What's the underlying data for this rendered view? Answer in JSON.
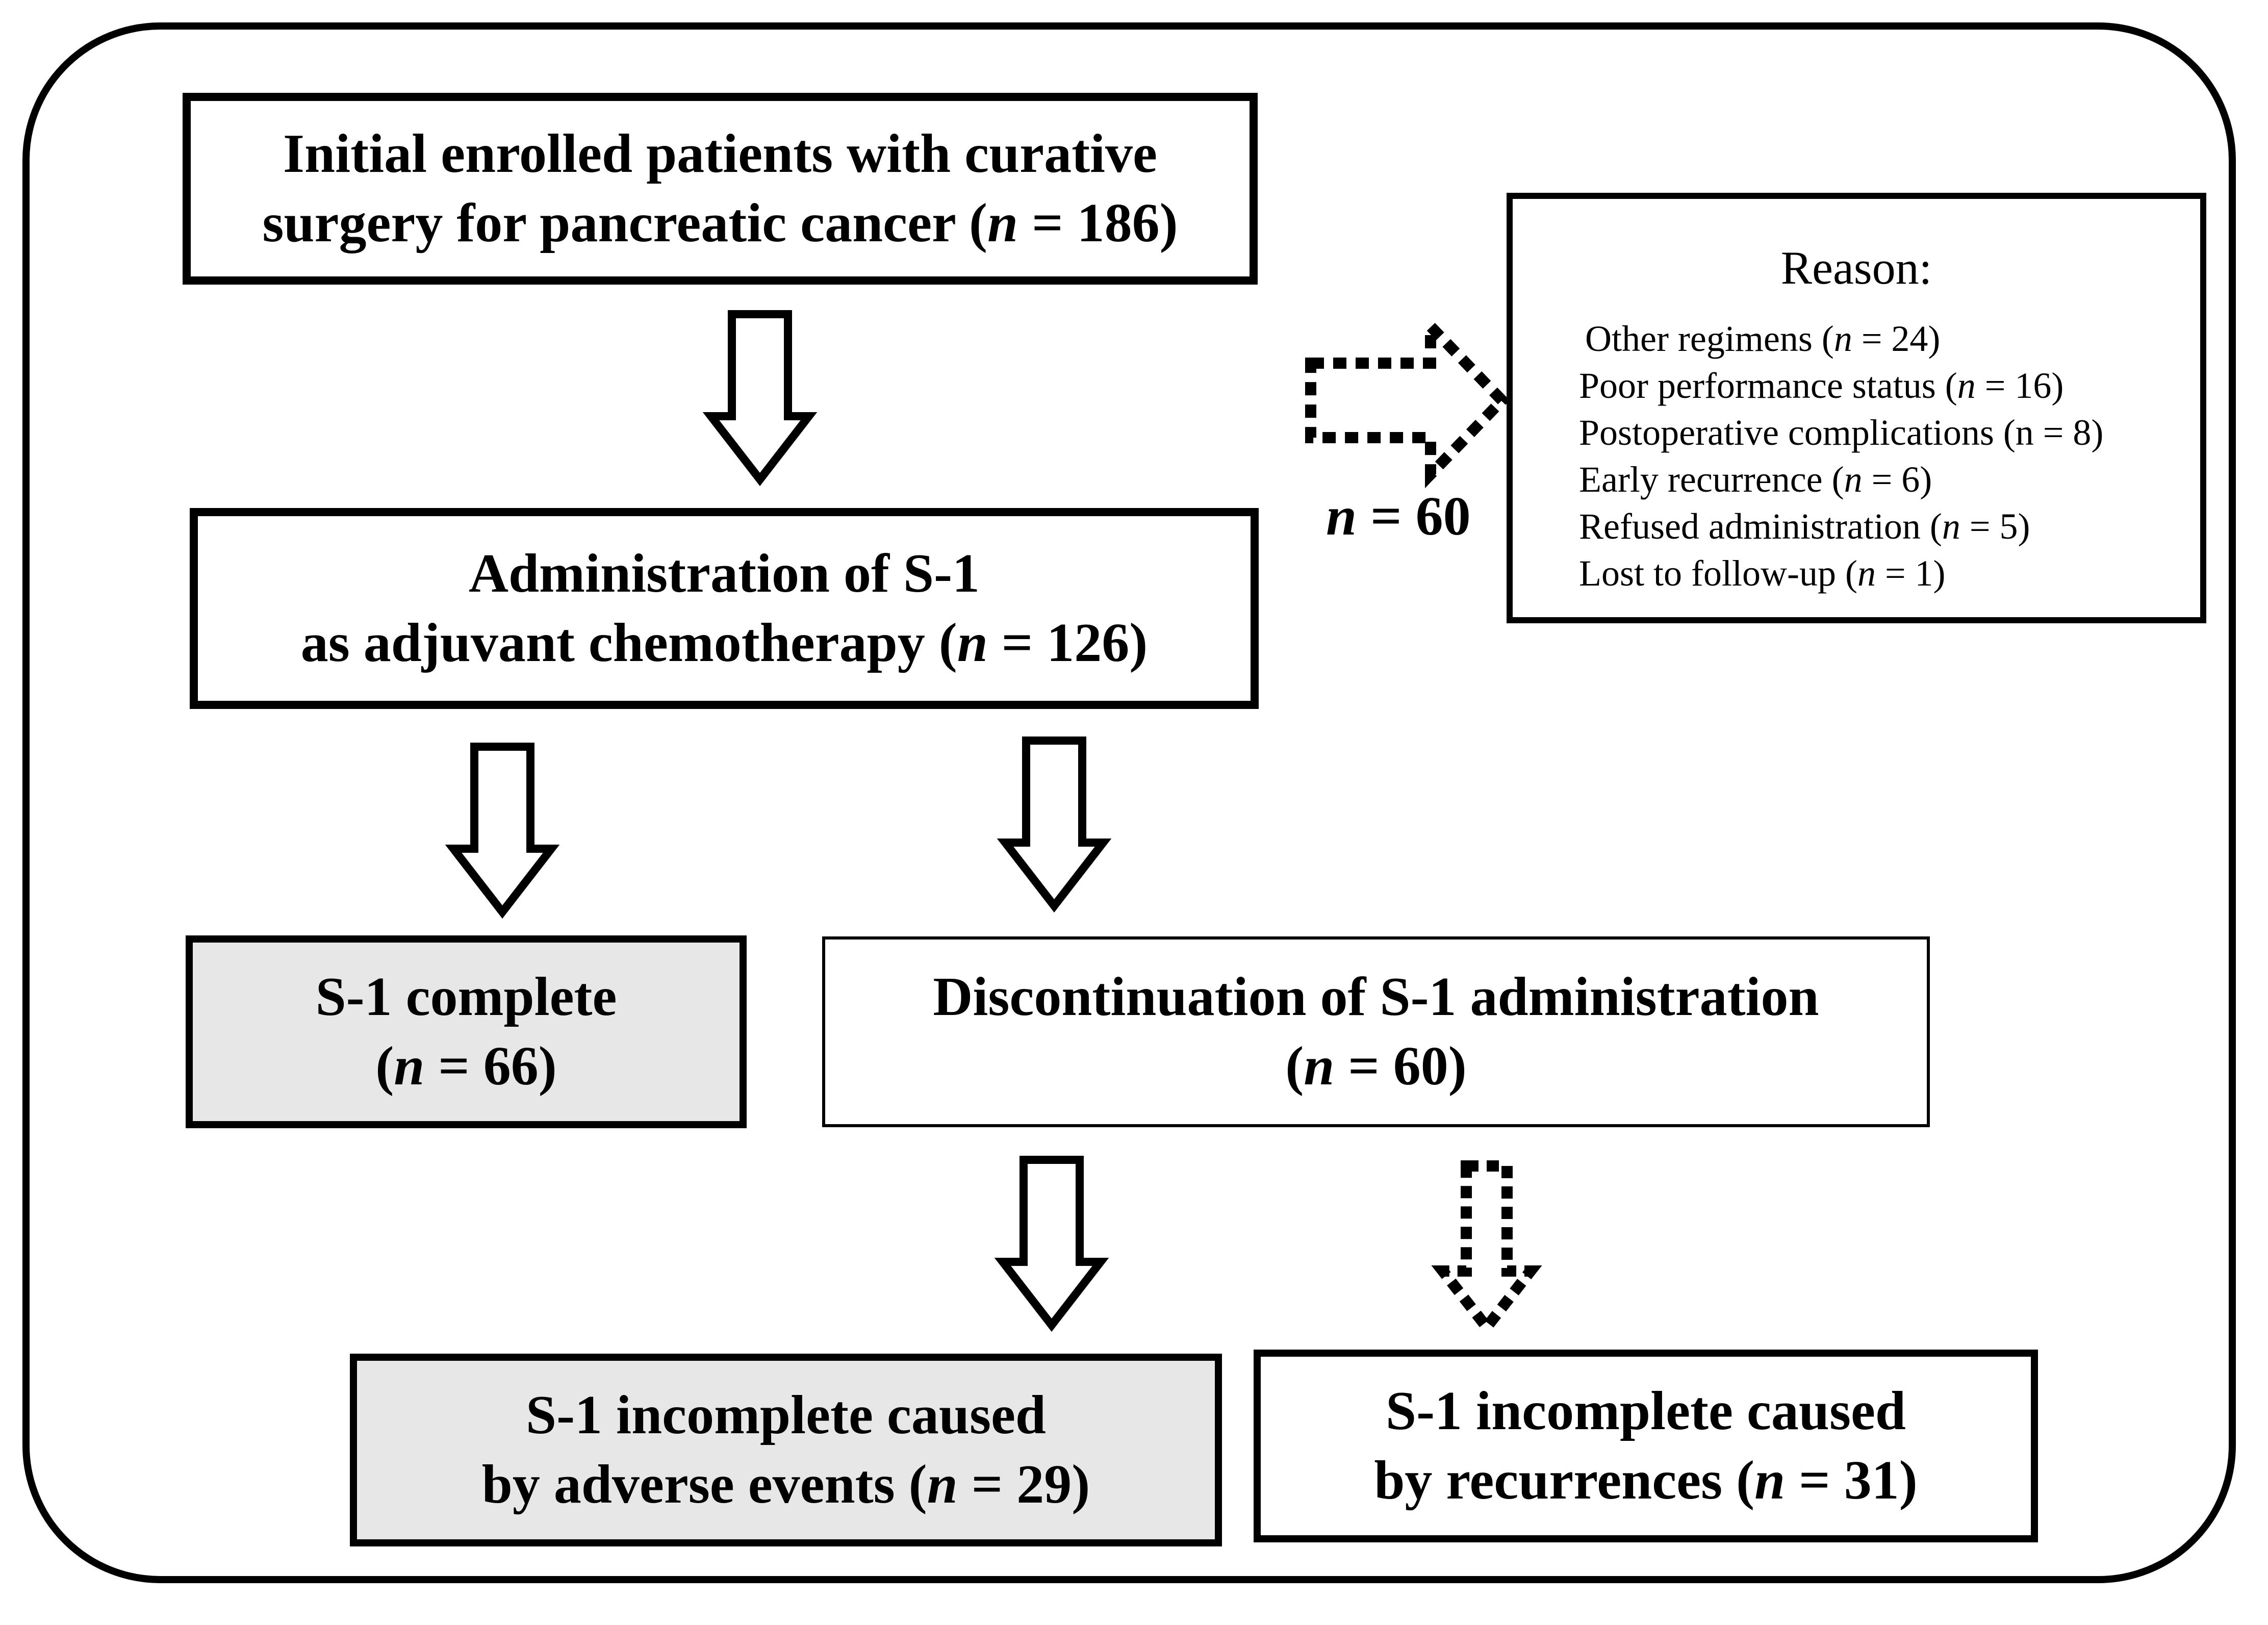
{
  "boxes": {
    "initial": {
      "line1": "Initial enrolled patients with curative",
      "line2_pre": "surgery for pancreatic cancer (",
      "n_symbol": "n",
      "line2_post": " = 186)"
    },
    "administration": {
      "line1": "Administration of S-1",
      "line2_pre": "as adjuvant chemotherapy (",
      "n_symbol": "n",
      "line2_post": " = 126)"
    },
    "complete": {
      "line1": "S-1 complete",
      "line2_pre": "(",
      "n_symbol": "n",
      "line2_post": " = 66)"
    },
    "discontinuation": {
      "line1": "Discontinuation of S-1 administration",
      "line2_pre": "(",
      "n_symbol": "n",
      "line2_post": " = 60)"
    },
    "adverse": {
      "line1": "S-1 incomplete caused",
      "line2_pre": "by adverse events (",
      "n_symbol": "n",
      "line2_post": " = 29)"
    },
    "recurrence": {
      "line1": "S-1 incomplete caused",
      "line2_pre": "by recurrences (",
      "n_symbol": "n",
      "line2_post": " = 31)"
    }
  },
  "excluded": {
    "n_symbol": "n",
    "count_text": " = 60"
  },
  "reason": {
    "title": "Reason:",
    "items": [
      {
        "pre": "Other regimens (",
        "n": "n",
        "post": " = 24)"
      },
      {
        "pre": "Poor performance status (",
        "n": "n",
        "post": " = 16)"
      },
      {
        "pre": "Postoperative complications (n = 8)",
        "n": "",
        "post": ""
      },
      {
        "pre": "Early recurrence (",
        "n": "n",
        "post": " = 6)"
      },
      {
        "pre": "Refused administration (",
        "n": "n",
        "post": " = 5)"
      },
      {
        "pre": "Lost to follow-up (",
        "n": "n",
        "post": " = 1)"
      }
    ]
  },
  "colors": {
    "outline": "#000000",
    "gray_fill": "#e7e7e7",
    "background": "#ffffff"
  }
}
